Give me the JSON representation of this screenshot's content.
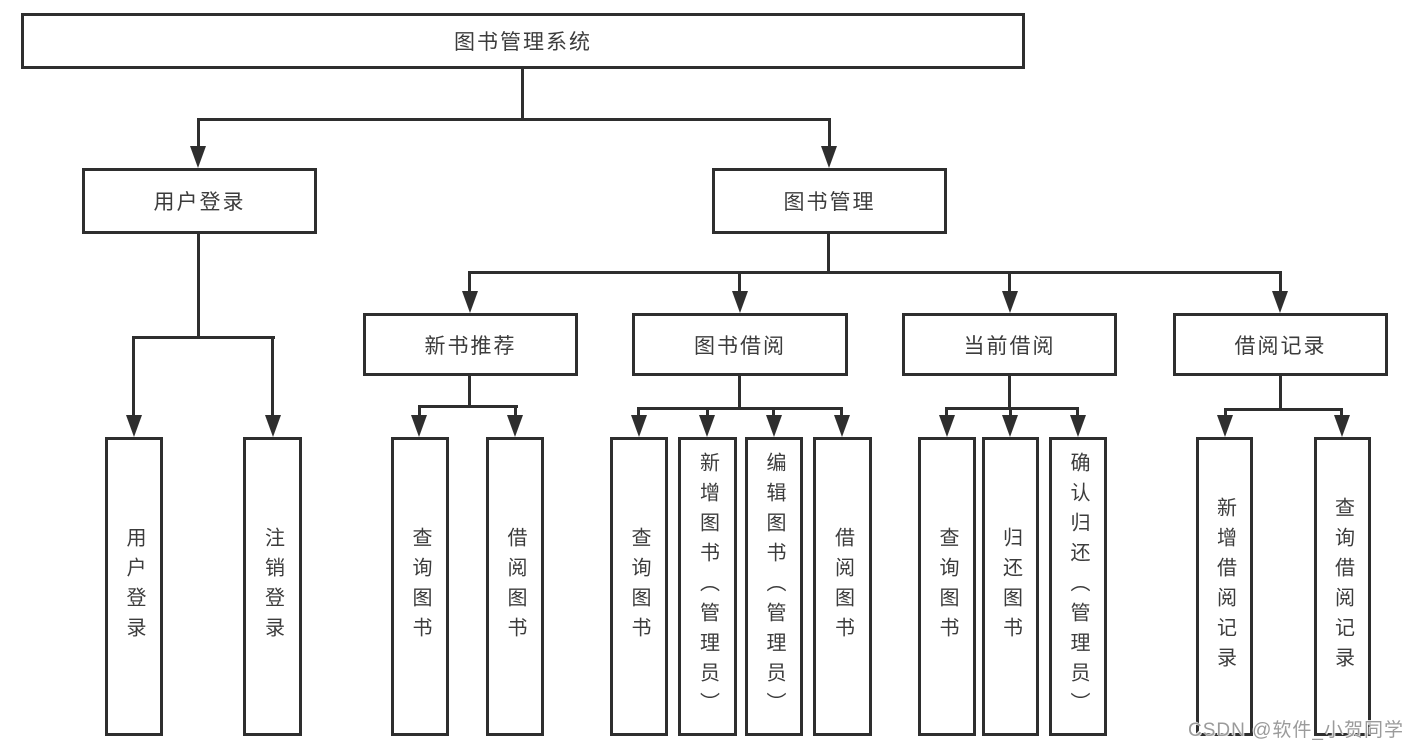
{
  "tree": {
    "root": "图书管理系统",
    "user_login": "用户登录",
    "book_mgmt": "图书管理",
    "new_book_rec": "新书推荐",
    "book_borrowing": "图书借阅",
    "current_borrowing": "当前借阅",
    "borrowing_records": "借阅记录",
    "leaves": {
      "user_login_leaf": "用户登录",
      "logout": "注销登录",
      "nb_query_books": "查询图书",
      "nb_borrow_books": "借阅图书",
      "bb_query_books": "查询图书",
      "bb_add_books": "新增图书（管理员）",
      "bb_edit_books": "编辑图书（管理员）",
      "bb_borrow_books": "借阅图书",
      "cb_query_books": "查询图书",
      "cb_return_books": "归还图书",
      "cb_confirm_return": "确认归还（管理员）",
      "br_add_record": "新增借阅记录",
      "br_query_record": "查询借阅记录"
    }
  },
  "watermark": "CSDN @软件_小贺同学",
  "colors": {
    "line": "#2e2e2e",
    "text": "#3c3c3c",
    "watermark": "#9b9b9b",
    "background": "#ffffff"
  }
}
